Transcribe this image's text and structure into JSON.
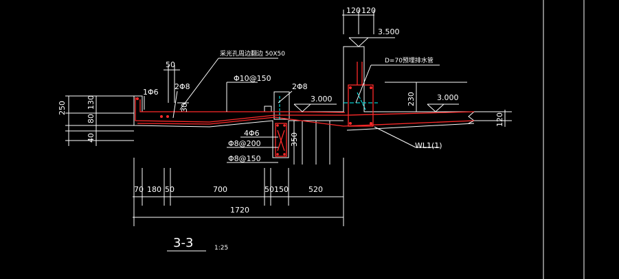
{
  "drawing": {
    "section_title": "3-3",
    "scale": "1:25",
    "colors": {
      "background": "#000000",
      "line": "#ffffff",
      "rebar": "#ff2a2a",
      "center": "#00ffff"
    },
    "notes": {
      "skylight": "采光孔周边翻边 50X50",
      "drain_pipe": "D=70预埋排水管",
      "beam": "WL1(1)"
    },
    "rebar_labels": {
      "r1": "1Φ6",
      "r2": "2Φ8",
      "r3": "Φ10@150",
      "r4": "2Φ8",
      "r5": "4Φ6",
      "r6": "Φ8@200",
      "r7": "Φ8@150"
    },
    "elevations": {
      "top": "3.500",
      "left": "3.000",
      "right": "3.000"
    },
    "dims_top": [
      "120",
      "120"
    ],
    "dim_50": "50",
    "dims_left": [
      "250",
      "130",
      "80",
      "40"
    ],
    "dims_mid": {
      "d30": "30",
      "d350": "350",
      "d230": "230",
      "d120": "120"
    },
    "dims_bottom": [
      "70",
      "180",
      "50",
      "700",
      "50",
      "150",
      "520"
    ],
    "dim_total": "1720"
  }
}
